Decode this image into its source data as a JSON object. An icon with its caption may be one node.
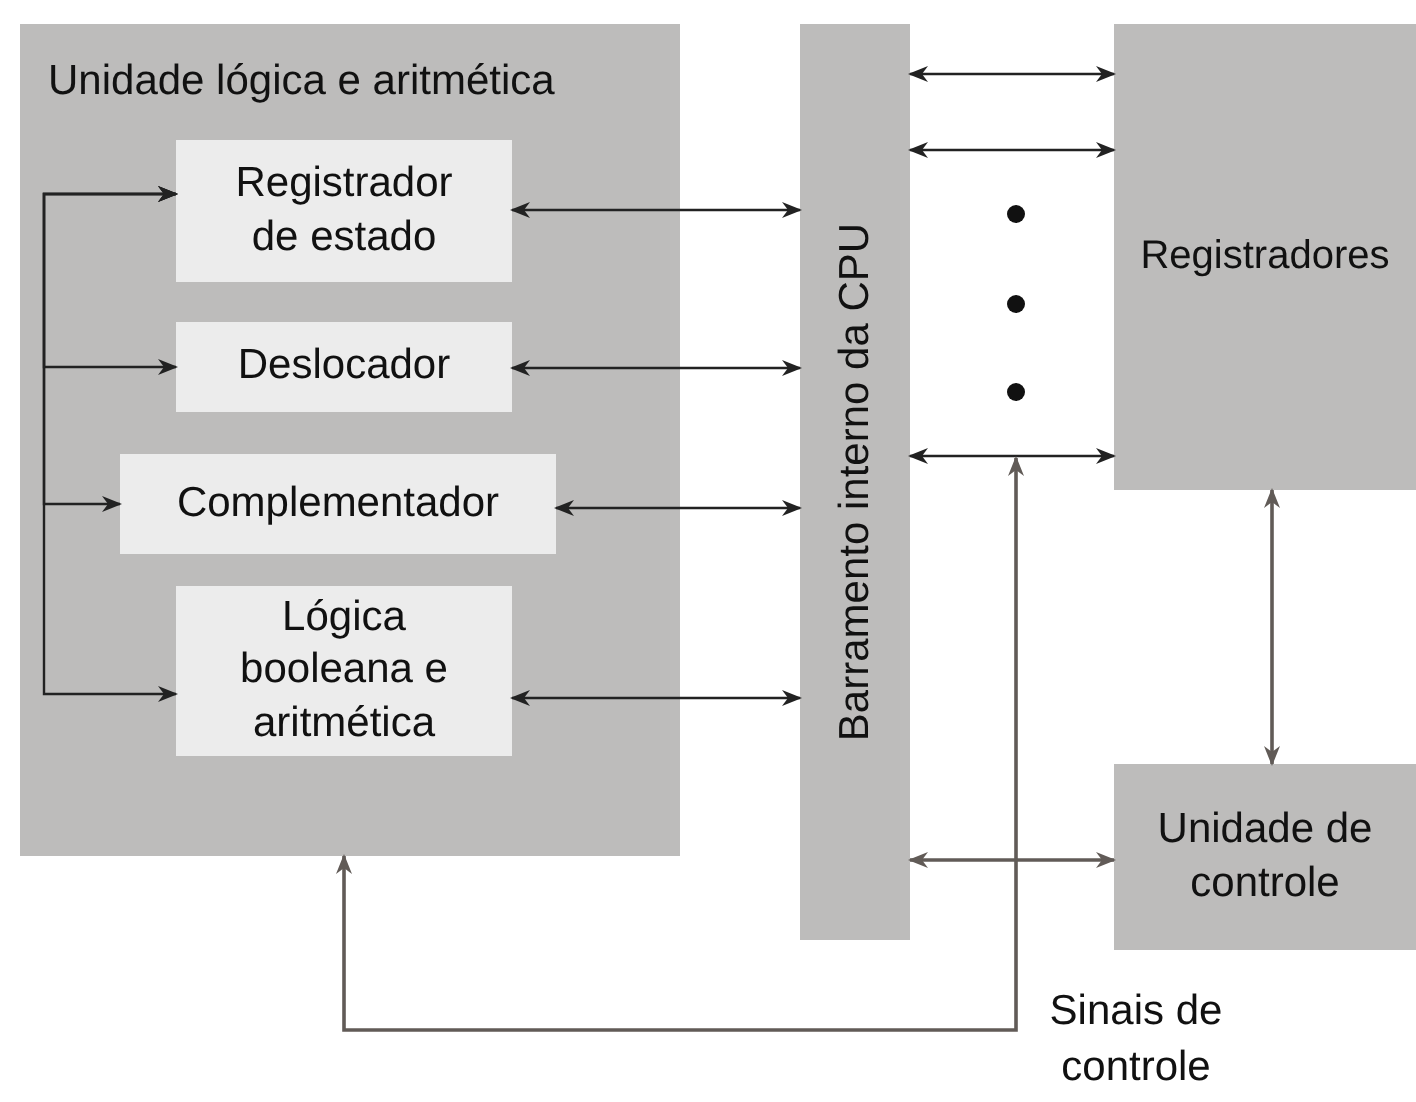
{
  "diagram": {
    "nodes": [
      {
        "text": [
          "Unidade lógica e aritmética"
        ]
      },
      {
        "text": [
          "Registrador de estado"
        ],
        "in": 0
      },
      {
        "text": [
          "Deslocador"
        ],
        "in": 0
      },
      {
        "text": [
          "Complementador"
        ],
        "in": 0
      },
      {
        "text": [
          "Lógica booleana e aritmética"
        ],
        "in": 0
      },
      {
        "text": [
          "Barramento interno da CPU"
        ]
      },
      {
        "text": [
          "Registradores"
        ]
      },
      {
        "text": [
          "Unidade de controle"
        ]
      }
    ],
    "edges": [
      {
        "from": 1,
        "to": 2,
        "arrow": "both"
      },
      {
        "from": 1,
        "to": 3,
        "arrow": "both"
      },
      {
        "from": 1,
        "to": 4,
        "arrow": "both"
      },
      {
        "from": 1,
        "to": 5,
        "arrow": "both"
      },
      {
        "from": 2,
        "to": 5,
        "arrow": "both"
      },
      {
        "from": 3,
        "to": 5,
        "arrow": "both"
      },
      {
        "from": 4,
        "to": 5,
        "arrow": "both"
      },
      {
        "from": 5,
        "to": 6,
        "arrow": "both"
      },
      {
        "from": 5,
        "to": 6,
        "arrow": "both"
      },
      {
        "from": 5,
        "to": 6,
        "arrow": "both"
      },
      {
        "from": 5,
        "to": 7,
        "arrow": "both",
        "color": "#615b57"
      },
      {
        "from": 6,
        "to": 7,
        "arrow": "both",
        "color": "#615b57"
      },
      {
        "from": 0,
        "to": null,
        "arrow": "both",
        "label": "Sinais de controle",
        "color": "#615b57"
      }
    ]
  }
}
